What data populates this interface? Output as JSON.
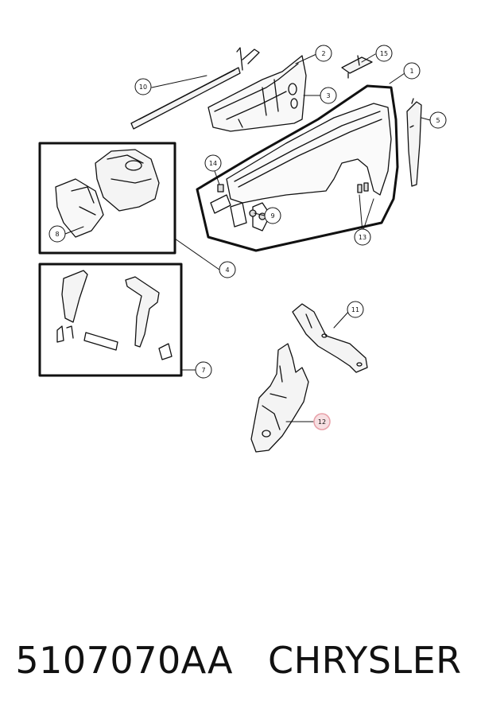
{
  "diagram": {
    "callouts": [
      {
        "id": "1",
        "label": "1"
      },
      {
        "id": "2",
        "label": "2"
      },
      {
        "id": "3",
        "label": "3"
      },
      {
        "id": "4",
        "label": "4"
      },
      {
        "id": "5",
        "label": "5"
      },
      {
        "id": "7",
        "label": "7"
      },
      {
        "id": "8",
        "label": "8"
      },
      {
        "id": "9",
        "label": "9"
      },
      {
        "id": "10",
        "label": "10"
      },
      {
        "id": "11",
        "label": "11"
      },
      {
        "id": "12",
        "label": "12",
        "highlighted": true
      },
      {
        "id": "13",
        "label": "13"
      },
      {
        "id": "14",
        "label": "14"
      },
      {
        "id": "15",
        "label": "15"
      }
    ],
    "highlight_color": "#e8a0a8"
  },
  "caption": {
    "part_number": "5107070AA",
    "brand": "CHRYSLER"
  }
}
